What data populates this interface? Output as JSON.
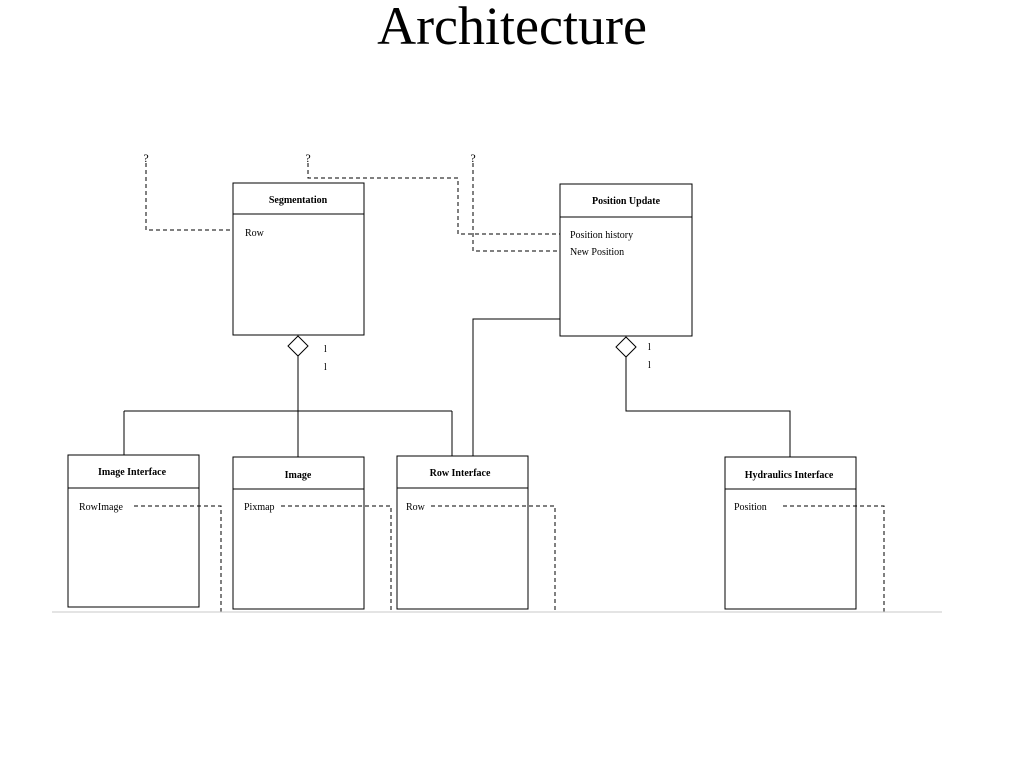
{
  "slide": {
    "title": "Architecture"
  },
  "classes": {
    "segmentation": {
      "name": "Segmentation",
      "attributes": [
        "Row"
      ]
    },
    "position_update": {
      "name": "Position Update",
      "attributes": [
        "Position history",
        "New Position"
      ]
    },
    "image_interface": {
      "name": "Image Interface",
      "attributes": [
        "RowImage"
      ]
    },
    "image": {
      "name": "Image",
      "attributes": [
        "Pixmap"
      ]
    },
    "row_interface": {
      "name": "Row Interface",
      "attributes": [
        "Row"
      ]
    },
    "hydraulics_interface": {
      "name": "Hydraulics Interface",
      "attributes": [
        "Position"
      ]
    }
  },
  "multiplicities": {
    "segmentation": [
      "l",
      "l"
    ],
    "position_update": [
      "l",
      "l"
    ]
  },
  "connectors": {
    "glyph": "?"
  }
}
